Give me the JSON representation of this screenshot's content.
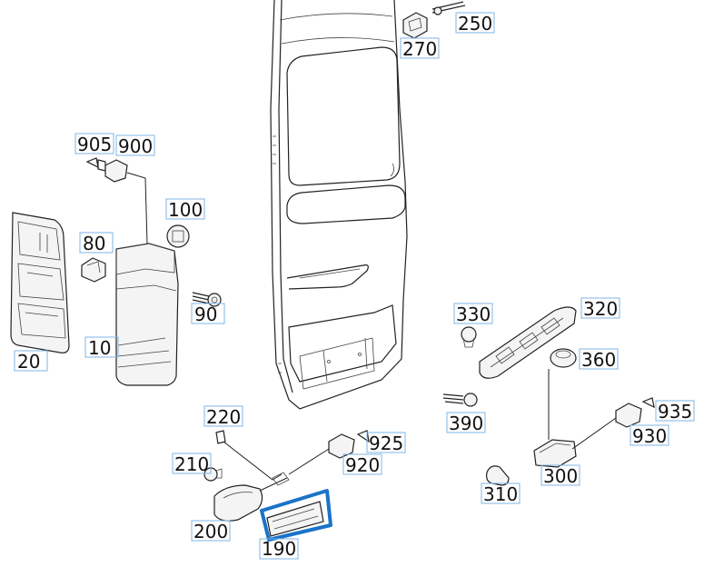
{
  "diagram": {
    "labels": {
      "l250": "250",
      "l270": "270",
      "l905": "905",
      "l900": "900",
      "l100": "100",
      "l80": "80",
      "l90": "90",
      "l10": "10",
      "l20": "20",
      "l330": "330",
      "l320": "320",
      "l360": "360",
      "l390": "390",
      "l935": "935",
      "l930": "930",
      "l300": "300",
      "l310": "310",
      "l220": "220",
      "l210": "210",
      "l200": "200",
      "l925": "925",
      "l920": "920",
      "l190": "190"
    },
    "highlight_color": "#1a73c9",
    "label_box_color": "#7fb6e6"
  }
}
